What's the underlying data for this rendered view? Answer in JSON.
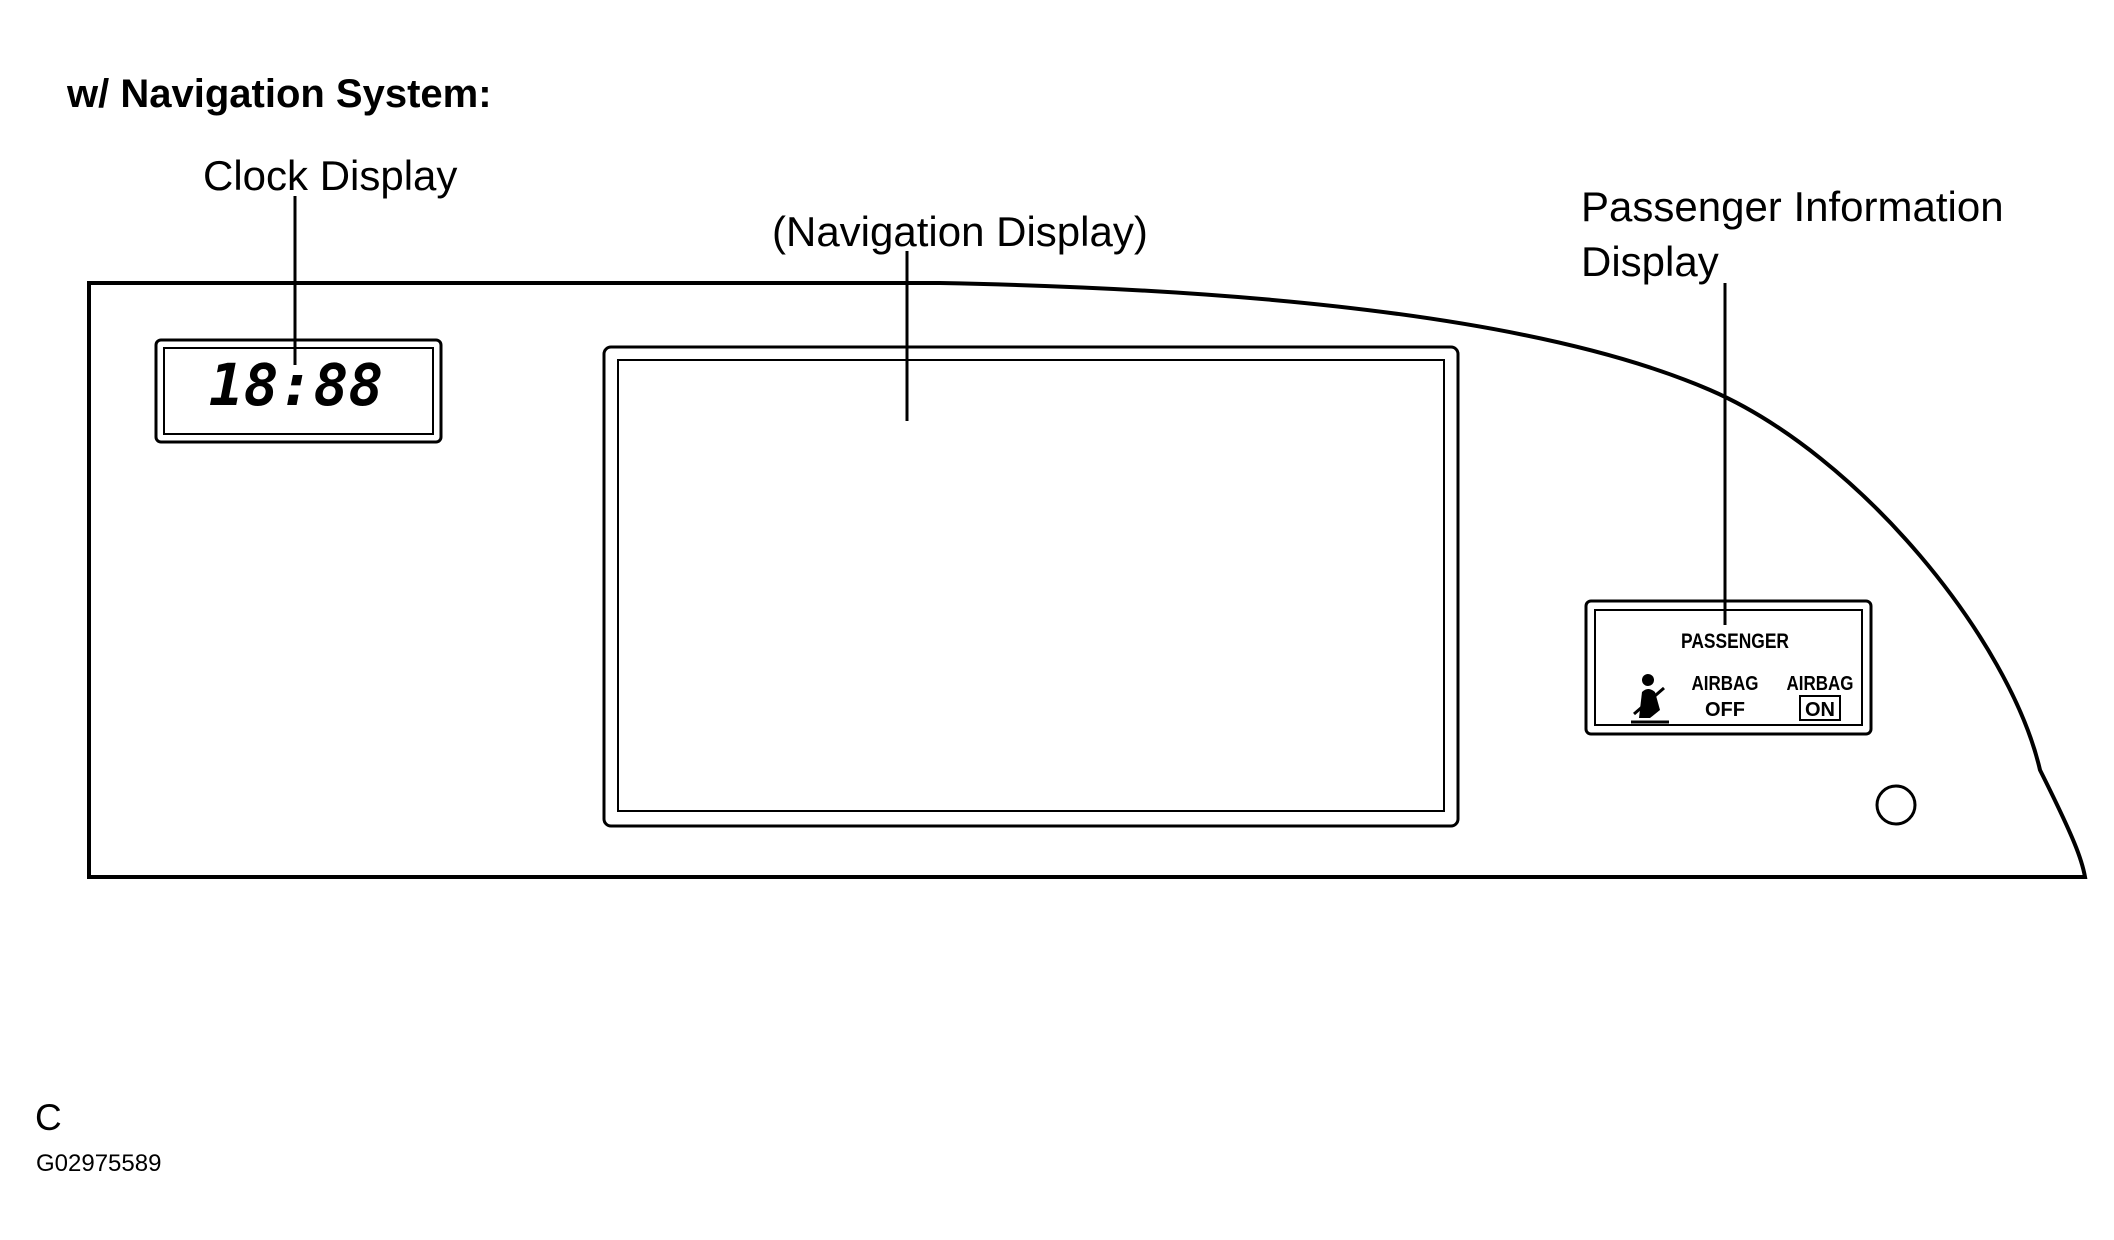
{
  "heading": "w/ Navigation System:",
  "labels": {
    "clock_display": "Clock Display",
    "navigation_display": "(Navigation Display)",
    "passenger_info_line1": "Passenger Information",
    "passenger_info_line2": "Display"
  },
  "clock": {
    "time": "18:88"
  },
  "passenger_info_panel": {
    "title": "PASSENGER",
    "airbag_off_line1": "AIRBAG",
    "airbag_off_line2": "OFF",
    "airbag_on_line1": "AIRBAG",
    "airbag_on_line2": "ON",
    "seatbelt_icon": "seatbelt-warning-icon"
  },
  "footer": {
    "letter": "C",
    "figure_id": "G02975589"
  },
  "colors": {
    "line": "#000000",
    "background": "#ffffff"
  }
}
